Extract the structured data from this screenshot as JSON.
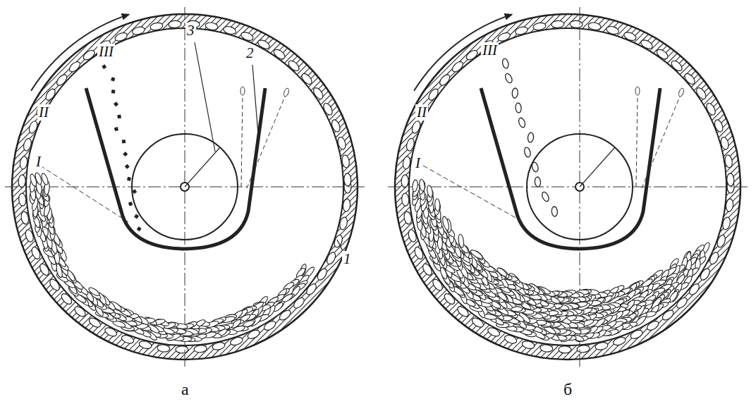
{
  "diagram": {
    "labels": [
      "3",
      "2",
      "III",
      "II",
      "I",
      "1",
      "а",
      "III",
      "II",
      "I",
      "б"
    ]
  }
}
